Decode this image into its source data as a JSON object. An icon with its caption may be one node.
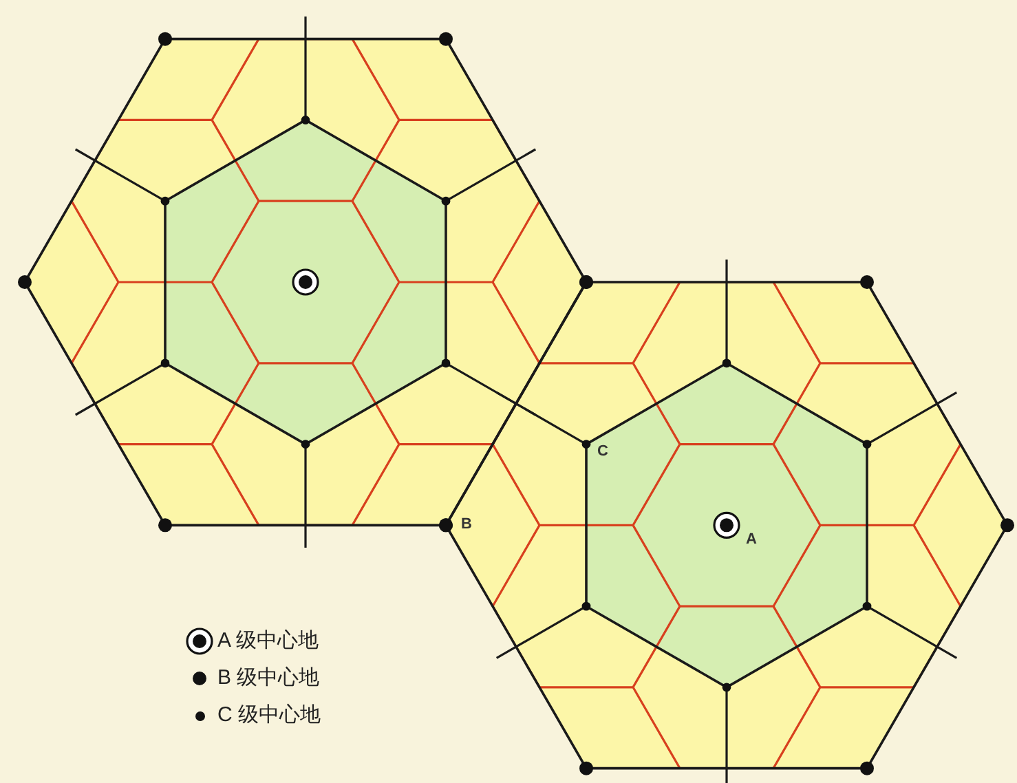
{
  "diagram": {
    "labels": [
      "C",
      "B",
      "A"
    ],
    "legend": [
      {
        "text": "A 级中心地"
      },
      {
        "text": "B 级中心地"
      },
      {
        "text": "C 级中心地"
      }
    ]
  }
}
